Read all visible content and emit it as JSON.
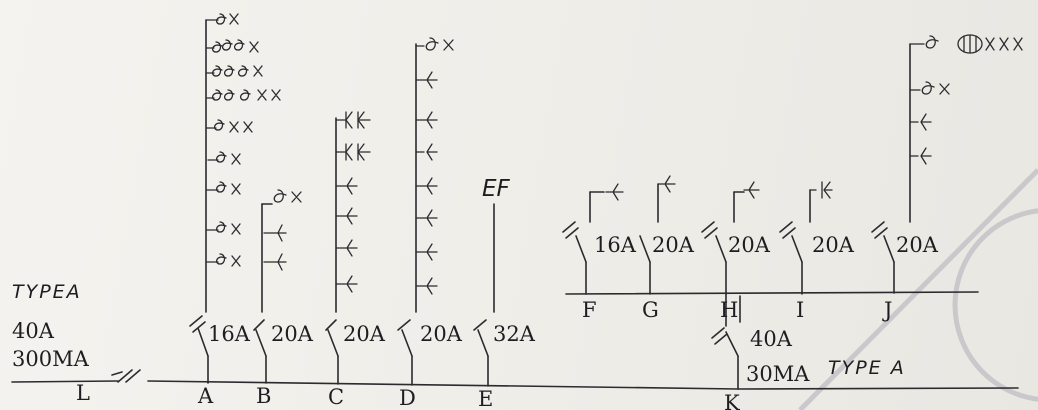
{
  "incomer": {
    "type_label": "TYPEA",
    "rating": "40A",
    "sensitivity": "300MA",
    "label": "L"
  },
  "circuits": [
    {
      "id": "A",
      "rating": "16A"
    },
    {
      "id": "B",
      "rating": "20A"
    },
    {
      "id": "C",
      "rating": "20A"
    },
    {
      "id": "D",
      "rating": "20A"
    },
    {
      "id": "E",
      "rating": "32A",
      "load": "EF"
    }
  ],
  "sub_rcd": {
    "label": "K",
    "rating": "40A",
    "sensitivity": "30MA",
    "type_label": "TYPE A"
  },
  "sub_circuits": [
    {
      "id": "F",
      "rating": "16A"
    },
    {
      "id": "G",
      "rating": "20A"
    },
    {
      "id": "H",
      "rating": "20A"
    },
    {
      "id": "I",
      "rating": "20A"
    },
    {
      "id": "J",
      "rating": "20A"
    }
  ],
  "colors": {
    "ink": "#2b2b2f",
    "paper": "#f1efea",
    "watermark": "#c9c9cc"
  }
}
